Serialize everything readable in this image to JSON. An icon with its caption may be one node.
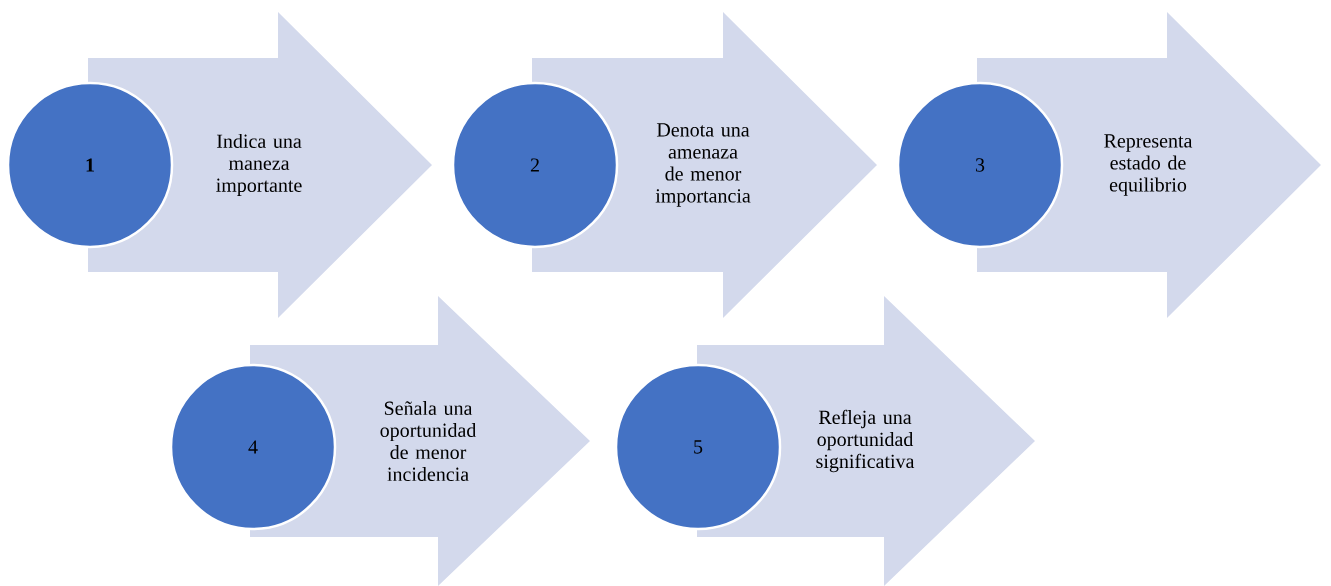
{
  "diagram": {
    "nodes": [
      {
        "text": [
          "1"
        ]
      },
      {
        "text": [
          "Indica una maneza importante"
        ]
      },
      {
        "text": [
          "2"
        ]
      },
      {
        "text": [
          "Denota una amenaza de menor importancia"
        ]
      },
      {
        "text": [
          "3"
        ]
      },
      {
        "text": [
          "Representa estado de equilibrio"
        ]
      },
      {
        "text": [
          "4"
        ]
      },
      {
        "text": [
          "Señala una oportunidad de menor incidencia"
        ]
      },
      {
        "text": [
          "5"
        ]
      },
      {
        "text": [
          "Refleja una oportunidad significativa"
        ]
      }
    ]
  }
}
